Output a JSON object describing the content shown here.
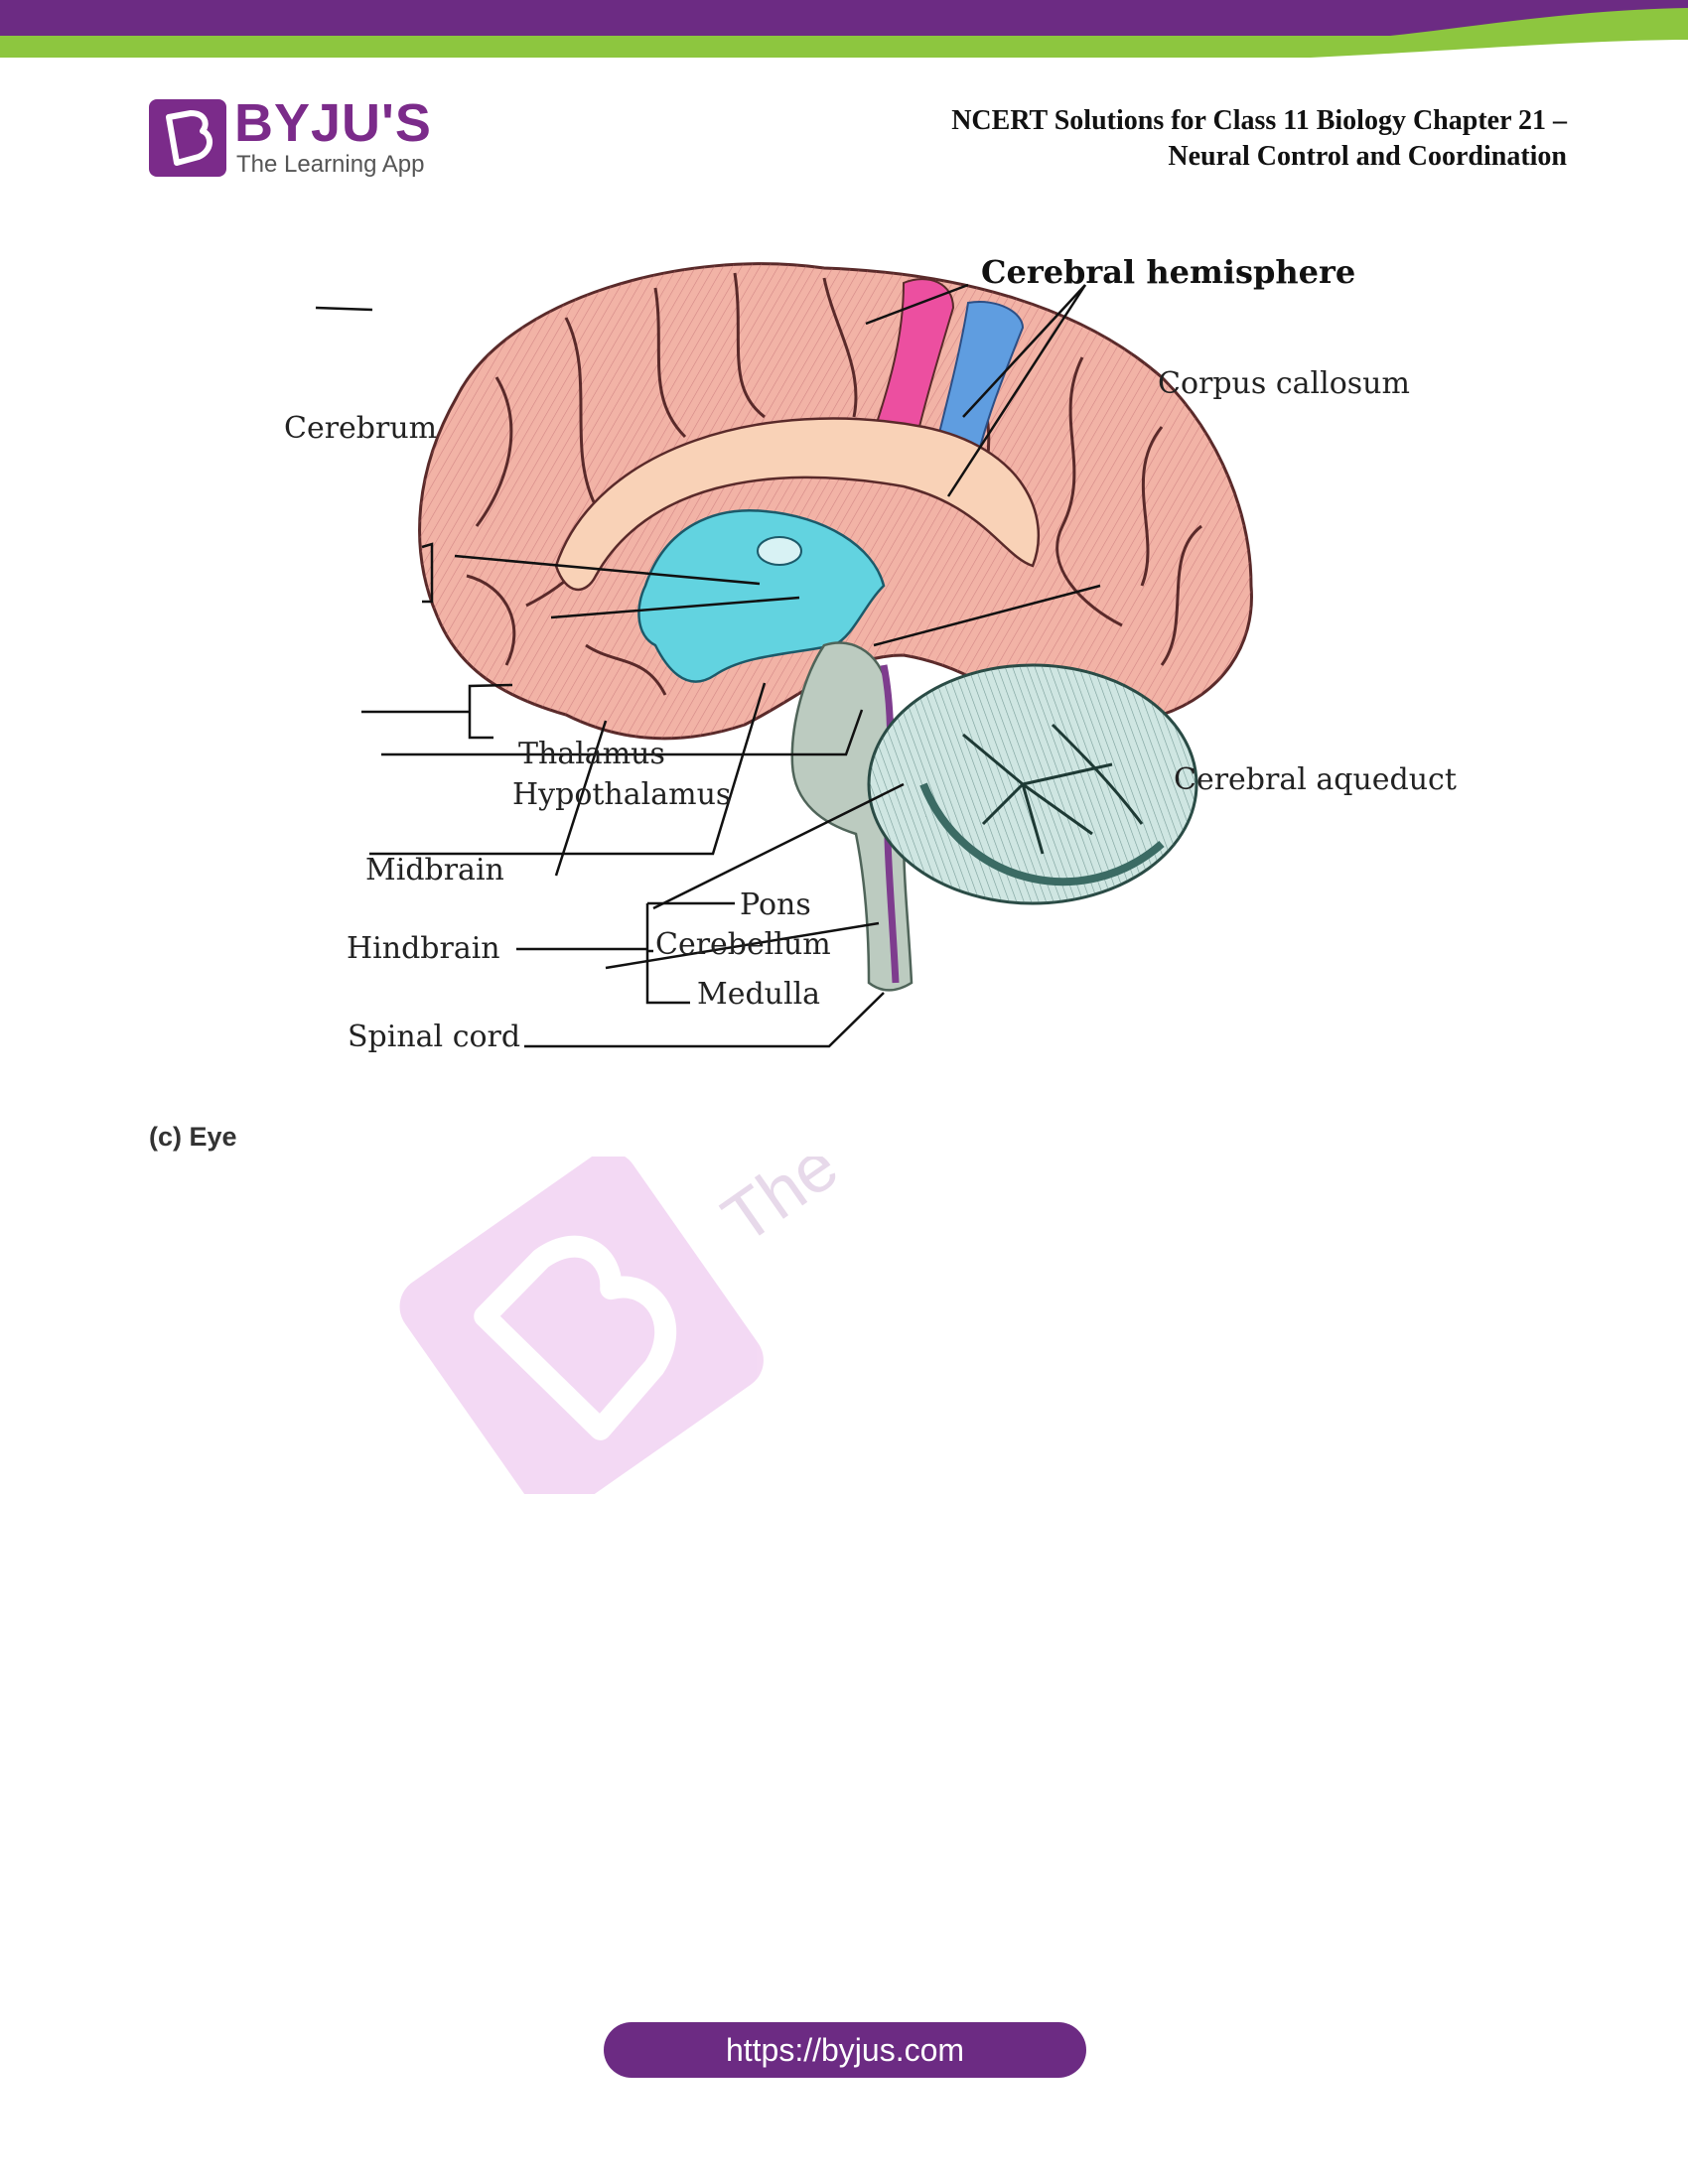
{
  "header": {
    "logo": {
      "name": "BYJU'S",
      "tagline": "The Learning App"
    },
    "title_line1": "NCERT Solutions for Class 11 Biology Chapter 21 –",
    "title_line2": "Neural Control and Coordination"
  },
  "diagram": {
    "labels": {
      "cerebral_hemisphere": "Cerebral hemisphere",
      "corpus_callosum": "Corpus callosum",
      "cerebrum": "Cerebrum",
      "cerebral_aqueduct": "Cerebral aqueduct",
      "thalamus": "Thalamus",
      "hypothalamus": "Hypothalamus",
      "midbrain": "Midbrain",
      "pons": "Pons",
      "hindbrain": "Hindbrain",
      "cerebellum": "Cerebellum",
      "medulla": "Medulla",
      "spinal_cord": "Spinal cord"
    }
  },
  "section": {
    "heading": "(c) Eye"
  },
  "watermark": {
    "text": "The"
  },
  "footer": {
    "url": "https://byjus.com"
  },
  "colors": {
    "brand_purple": "#6c2b83",
    "accent_green": "#8dc63f"
  }
}
